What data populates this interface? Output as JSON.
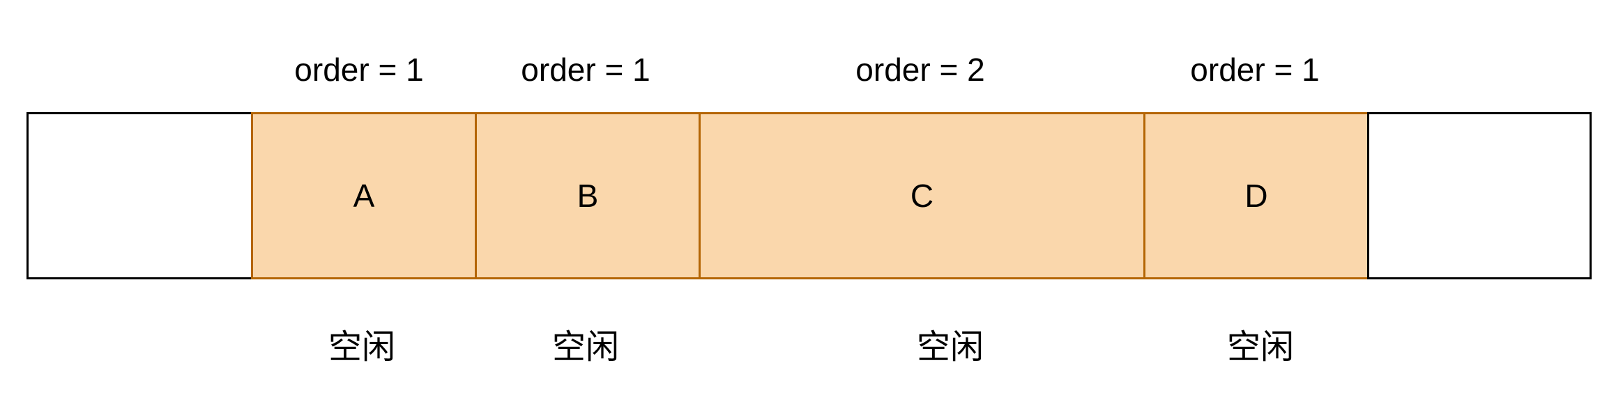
{
  "blocks": [
    {
      "letter": "A",
      "order": "order = 1",
      "status": "空闲"
    },
    {
      "letter": "B",
      "order": "order = 1",
      "status": "空闲"
    },
    {
      "letter": "C",
      "order": "order = 2",
      "status": "空闲"
    },
    {
      "letter": "D",
      "order": "order = 1",
      "status": "空闲"
    }
  ],
  "colors": {
    "block_fill": "#fad7ac",
    "block_border": "#b46504",
    "empty_border": "#000000"
  }
}
